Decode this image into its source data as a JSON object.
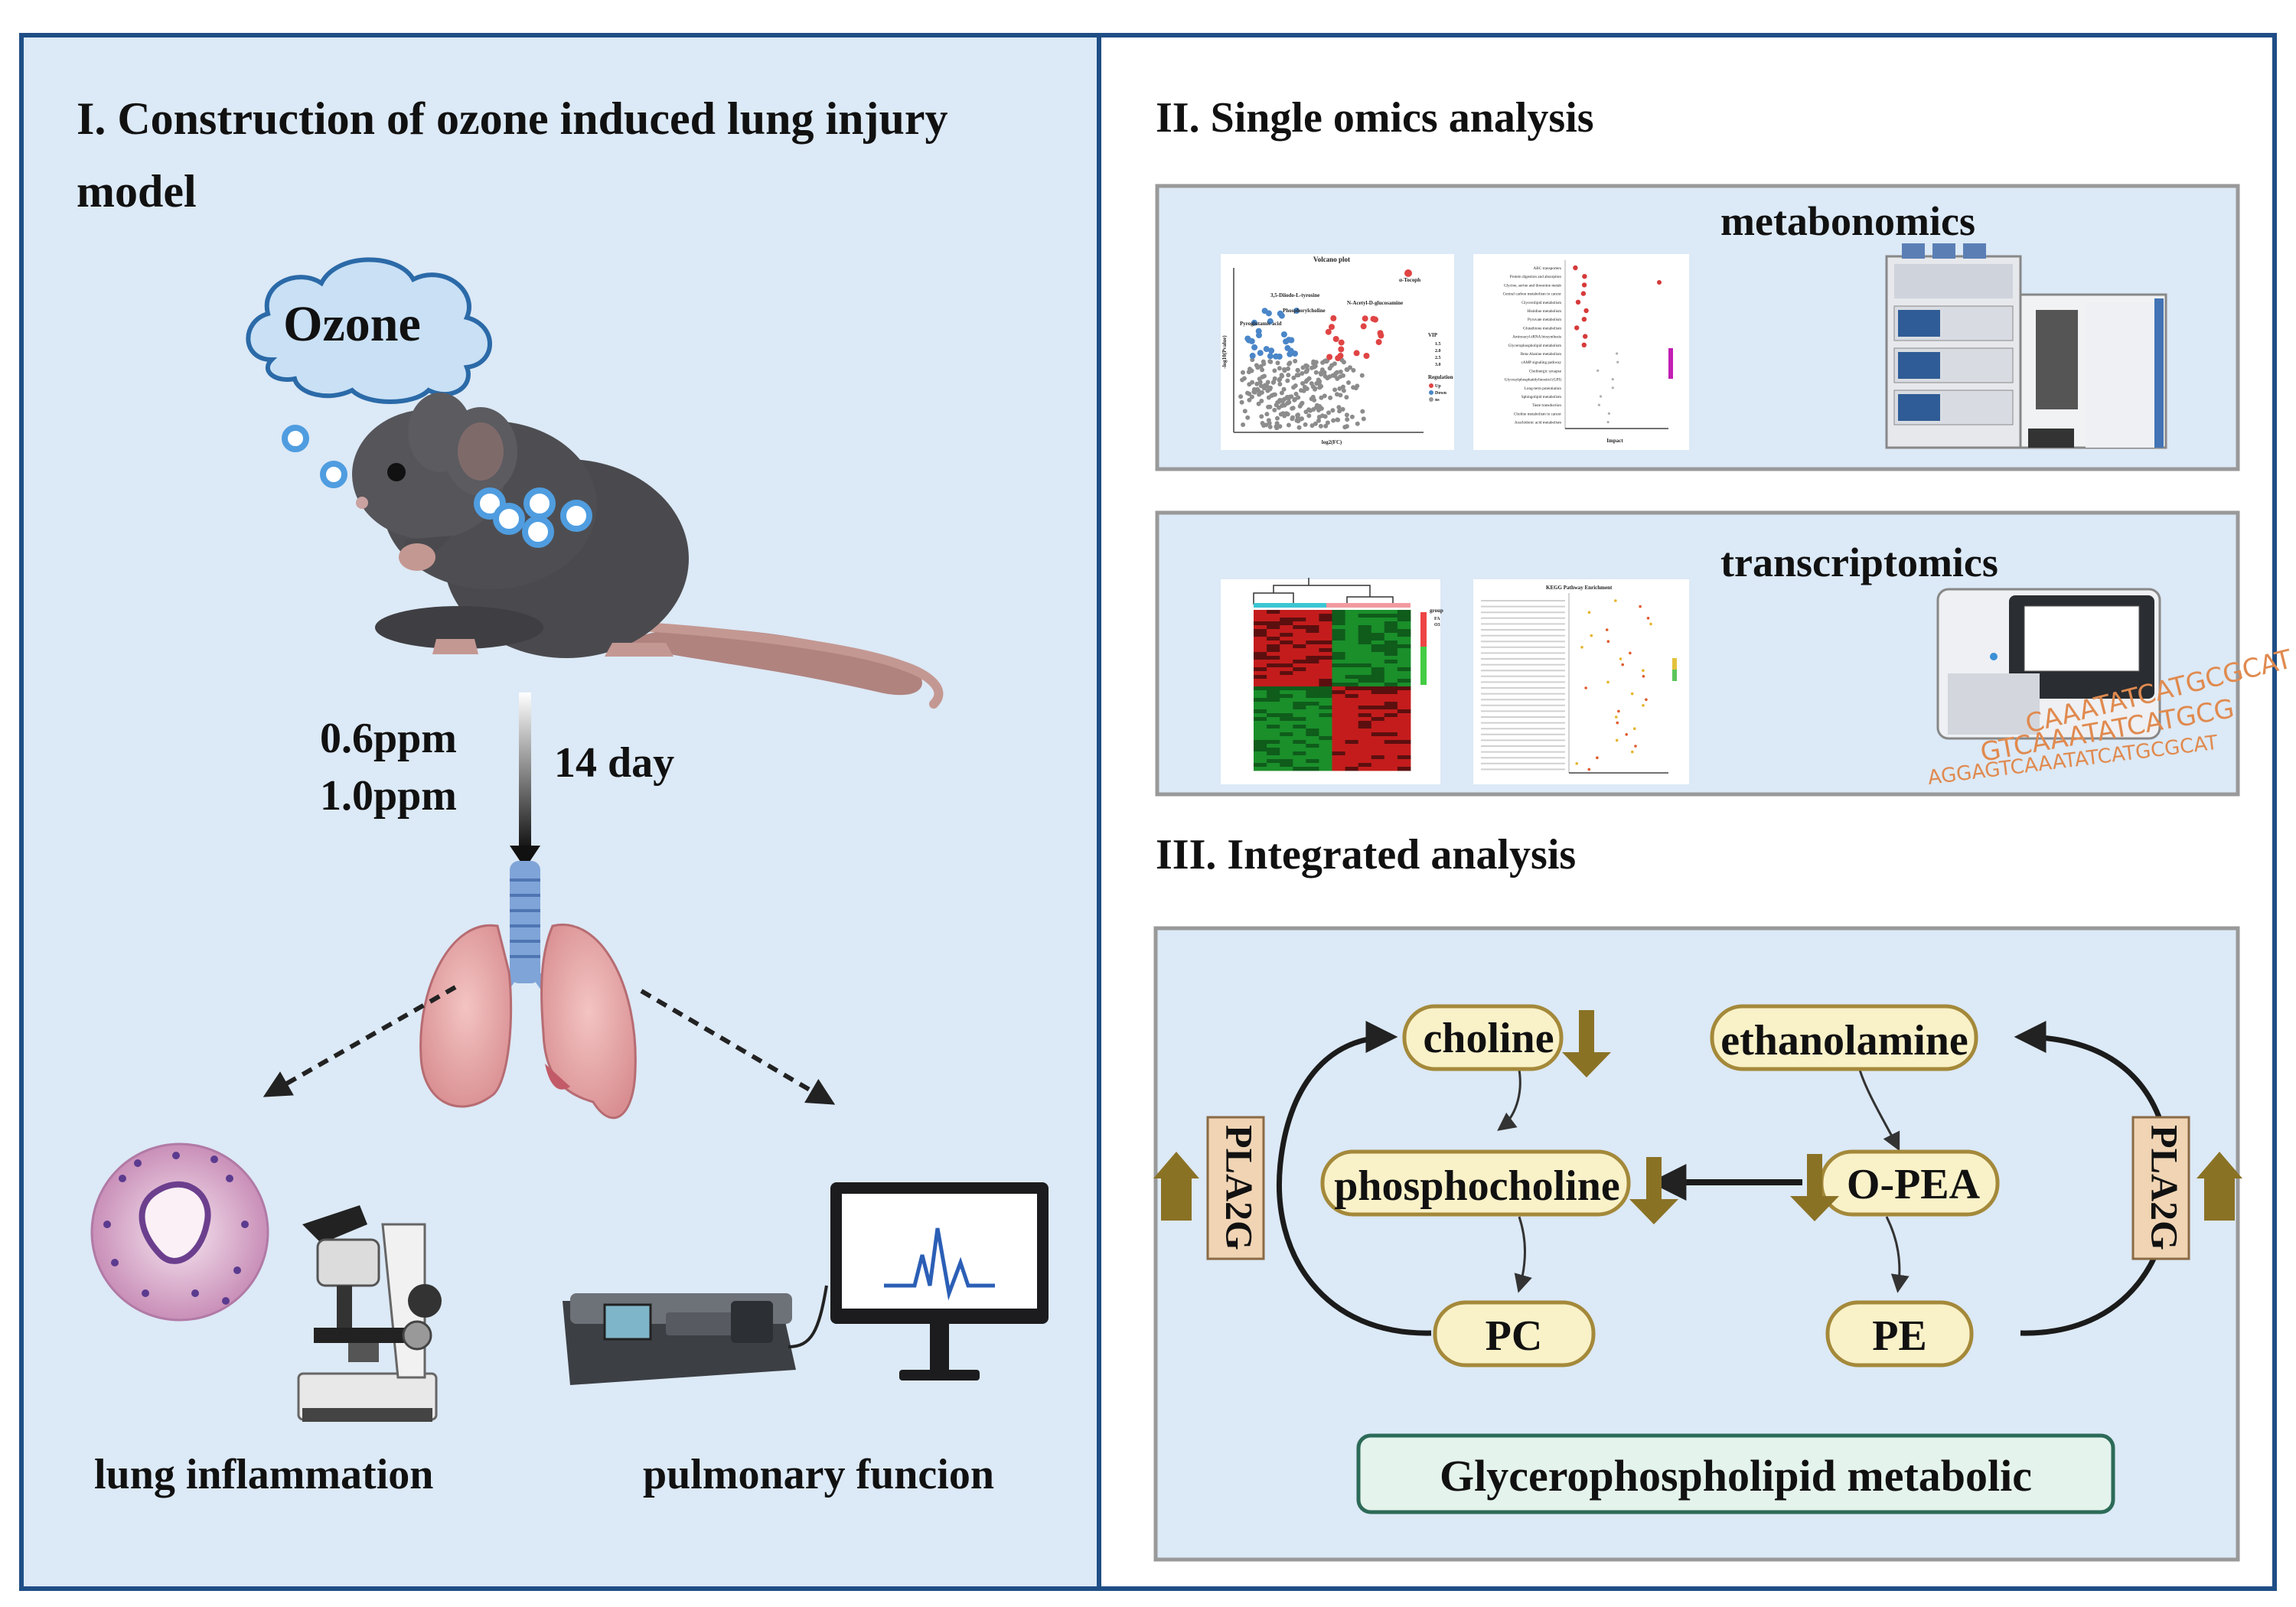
{
  "panel1": {
    "title_line1": "I. Construction of ozone induced lung injury",
    "title_line2": "model",
    "cloud_label": "Ozone",
    "dose_1": "0.6ppm",
    "dose_2": "1.0ppm",
    "duration": "14 day",
    "outcome_left": "lung  inflammation",
    "outcome_right": "pulmonary funcion"
  },
  "panel2": {
    "title": "II. Single omics analysis",
    "metabonomics": {
      "label": "metabonomics",
      "volcano_title": "Volcano plot",
      "volcano_labels": [
        "α-Tocoph",
        "3,5-Diiodo-L-tyrosine",
        "Phosphorylcholine",
        "N-Acetyl-D-glucosamine",
        "Pyroglutamic acid"
      ],
      "volcano_xlabel": "log2(FC)",
      "volcano_ylabel": "-log10(Pvalue)",
      "legend_vip": "VIP",
      "legend_vip_values": [
        "1.5",
        "2.0",
        "2.5",
        "3.0"
      ],
      "legend_reg": "Regulation",
      "legend_reg_values": [
        "Up",
        "Down",
        "ns"
      ],
      "pathway_names": [
        "ABC transporters",
        "Protein digestion and absorption",
        "Glycine, serine and threonine metab",
        "Central carbon metabolism in cancer",
        "Glycerolipid metabolism",
        "Histidine metabolism",
        "Pyruvate metabolism",
        "Glutathione metabolism",
        "Aminoacyl-tRNA biosynthesis",
        "Glycerophospholipid metabolism",
        "Beta-Alanine metabolism",
        "cAMP signaling pathway",
        "Cholinergic synapse",
        "Glycosylphosphatidylinositol (GPI)",
        "Long-term potentiation",
        "Sphingolipid metabolism",
        "Taste transduction",
        "Choline metabolism in cancer",
        "Arachidonic acid metabolism"
      ],
      "pathway_xlabel": "Impact"
    },
    "transcriptomics": {
      "label": "transcriptomics",
      "heatmap_group_label": "group",
      "heatmap_groups": [
        "FA",
        "O3"
      ],
      "dna_text": [
        "CAAATATCATGCGCAT",
        "GTCAAATATCATGCG",
        "AGGAGTCAAATATCATGCGCAT"
      ],
      "pathway_title": "KEGG Pathway Enrichment"
    }
  },
  "panel3": {
    "title": "III. Integrated analysis",
    "nodes": {
      "choline": "choline",
      "ethanolamine": "ethanolamine",
      "phosphocholine": "phosphocholine",
      "opea": "O-PEA",
      "pc": "PC",
      "pe": "PE"
    },
    "enzyme_left": "PLA2G",
    "enzyme_right": "PLA2G",
    "pathway_box": "Glycerophospholipid metabolic"
  },
  "colors": {
    "panel_bg": "#dce9f6",
    "frame": "#1f4e86",
    "node_fill": "#f9f1c8",
    "node_stroke": "#a4893a",
    "down_arrow": "#8a7225",
    "enzyme_fill": "#f0d4b4",
    "pathway_fill": "#e4f3ec",
    "pathway_stroke": "#2c6a58"
  }
}
